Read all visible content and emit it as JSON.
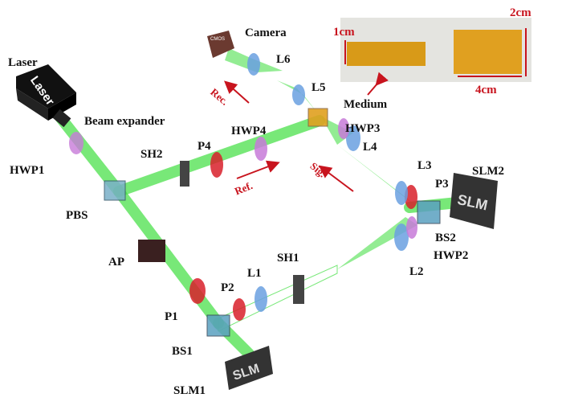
{
  "labels": {
    "laser": "Laser",
    "laser_box": "Laser",
    "beam_expander": "Beam expander",
    "hwp1": "HWP1",
    "pbs": "PBS",
    "ap": "AP",
    "p1": "P1",
    "bs1": "BS1",
    "slm1": "SLM1",
    "slm1_screen": "SLM",
    "p2": "P2",
    "l1": "L1",
    "sh1": "SH1",
    "l2": "L2",
    "hwp2": "HWP2",
    "bs2": "BS2",
    "p3": "P3",
    "l3": "L3",
    "slm2": "SLM2",
    "slm2_screen": "SLM",
    "l4": "L4",
    "hwp3": "HWP3",
    "medium": "Medium",
    "l5": "L5",
    "l6": "L6",
    "camera": "Camera",
    "cmos": "CMOS",
    "sh2": "SH2",
    "p4": "P4",
    "hwp4": "HWP4"
  },
  "beam_tags": {
    "rec": "Rec.",
    "ref": "Ref.",
    "sig": "Sig."
  },
  "inset": {
    "dim_1": "1cm",
    "dim_2": "2cm",
    "dim_3": "4cm"
  },
  "colors": {
    "beam": "#4be04b",
    "annotation": "#c8141e",
    "hwp": "#c77ad8",
    "polarizer": "#d8202a",
    "lens": "#6aa0e0"
  }
}
